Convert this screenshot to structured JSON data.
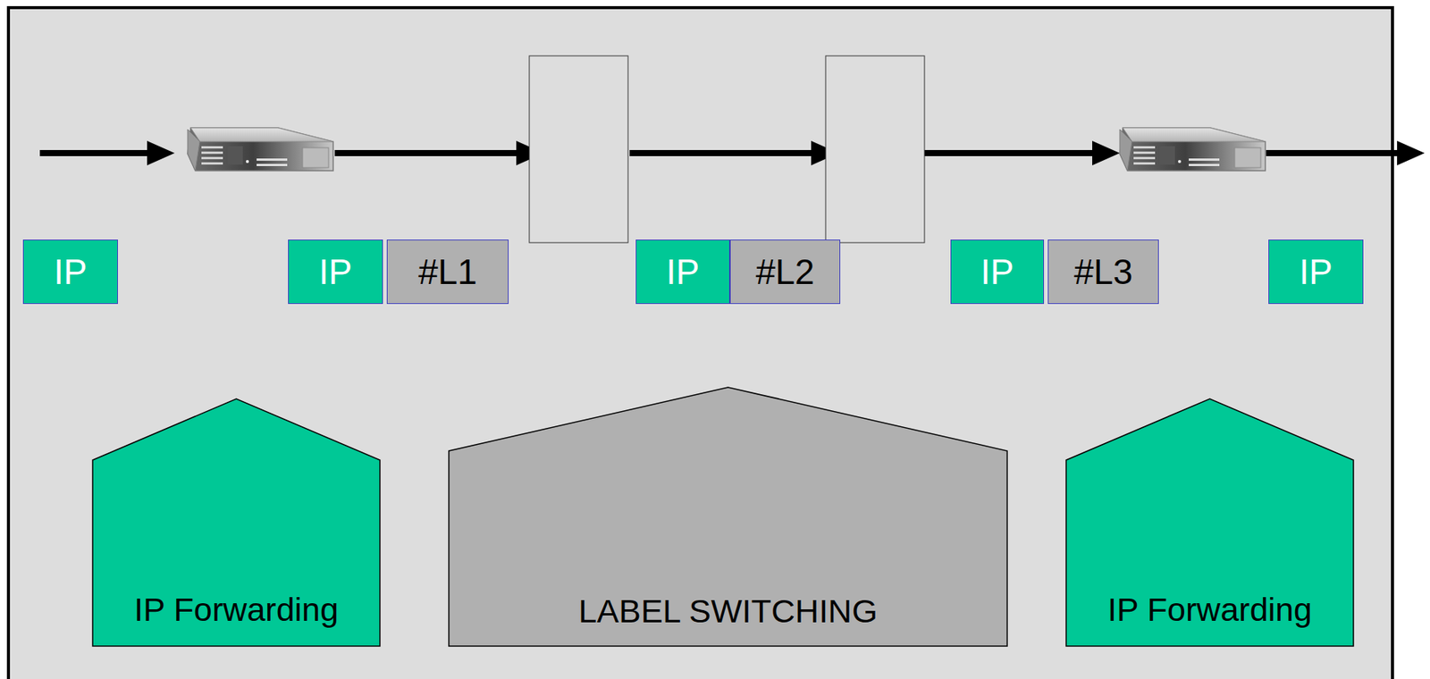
{
  "diagram": {
    "nodes": [
      {
        "text": [
          "IP"
        ]
      },
      {
        "text": [
          "IP"
        ]
      },
      {
        "text": [
          "#L1"
        ]
      },
      {
        "text": [
          "IP"
        ]
      },
      {
        "text": [
          "#L2"
        ]
      },
      {
        "text": [
          "IP"
        ]
      },
      {
        "text": [
          "#L3"
        ]
      },
      {
        "text": [
          "IP"
        ]
      },
      {
        "text": [
          "IP Forwarding"
        ]
      },
      {
        "text": [
          "LABEL SWITCHING"
        ]
      },
      {
        "text": [
          "IP Forwarding"
        ]
      }
    ]
  }
}
